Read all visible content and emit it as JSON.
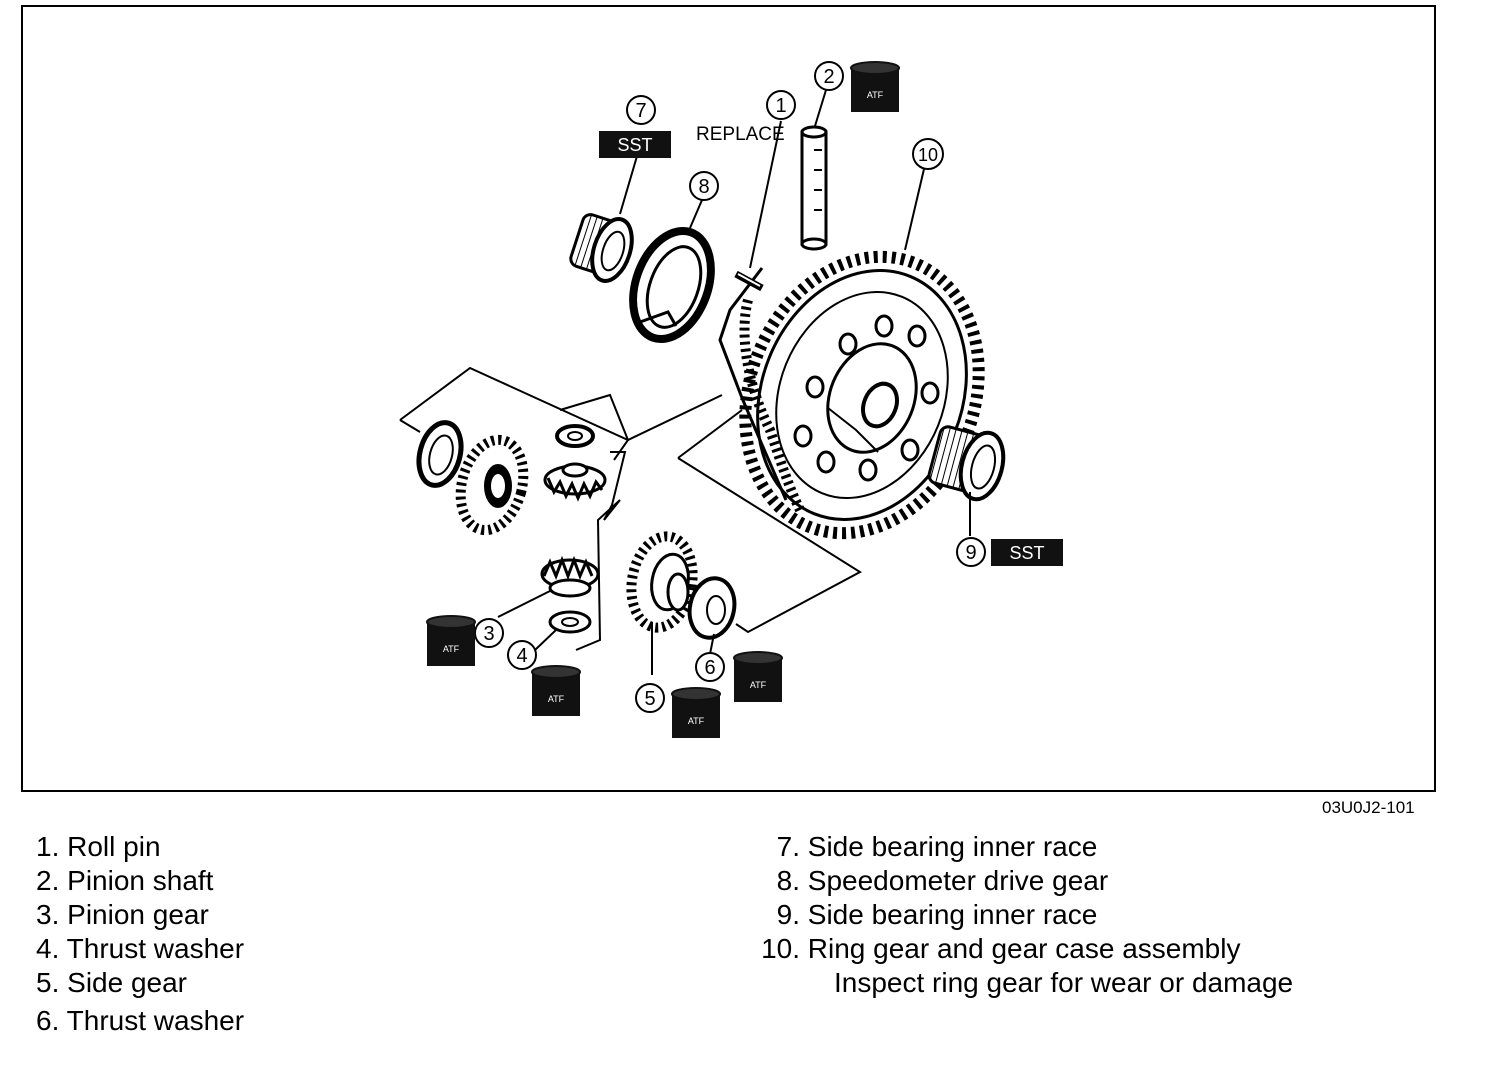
{
  "diagram": {
    "replace_note": "REPLACE",
    "sst_label": "SST",
    "atf_label": "ATF",
    "callouts": [
      "1",
      "2",
      "3",
      "4",
      "5",
      "6",
      "7",
      "8",
      "9",
      "10"
    ],
    "figure_code": "03U0J2-101"
  },
  "legend": {
    "left": [
      {
        "num": "1.",
        "text": "Roll pin"
      },
      {
        "num": "2.",
        "text": "Pinion shaft"
      },
      {
        "num": "3.",
        "text": "Pinion gear"
      },
      {
        "num": "4.",
        "text": "Thrust washer"
      },
      {
        "num": "5.",
        "text": "Side gear"
      },
      {
        "num": "6.",
        "text": "Thrust washer"
      }
    ],
    "right": [
      {
        "num": "7.",
        "text": "Side bearing inner race"
      },
      {
        "num": "8.",
        "text": "Speedometer drive gear"
      },
      {
        "num": "9.",
        "text": "Side bearing inner race"
      },
      {
        "num": "10.",
        "text": "Ring gear and gear case assembly"
      }
    ],
    "right_note": "Inspect ring gear for wear or damage"
  }
}
